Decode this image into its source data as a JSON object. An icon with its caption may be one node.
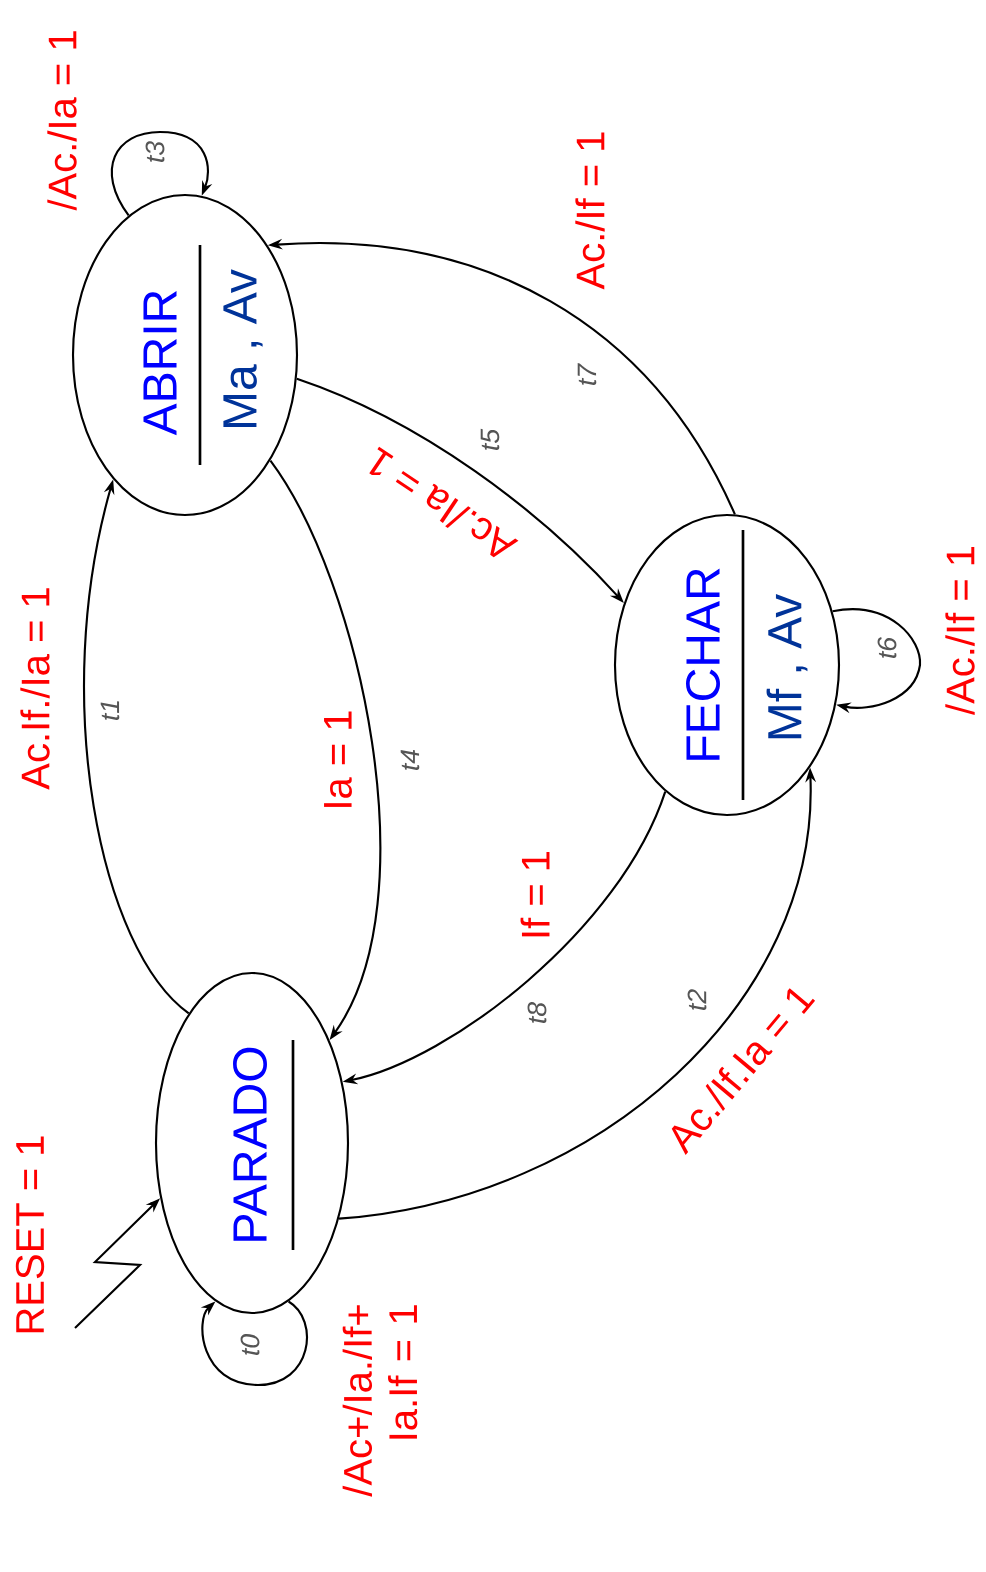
{
  "diagram": {
    "nodes": [
      {
        "text": [
          "ABRIR",
          "Ma , Av"
        ]
      },
      {
        "text": [
          "FECHAR",
          "Mf , Av"
        ]
      },
      {
        "text": [
          "PARADO"
        ]
      }
    ],
    "edges": [
      {
        "from": null,
        "to": 2,
        "arrow": "to",
        "label": "RESET = 1"
      },
      {
        "from": 2,
        "to": 2,
        "arrow": "to",
        "label": "/Ac+/Ia./If+ Ia.If = 1"
      },
      {
        "from": 2,
        "to": 0,
        "arrow": "to",
        "label": "Ac.If./Ia = 1"
      },
      {
        "from": 2,
        "to": 1,
        "arrow": "to",
        "label": "Ac./If.Ia = 1"
      },
      {
        "from": 0,
        "to": 0,
        "arrow": "to",
        "label": "/Ac./Ia = 1"
      },
      {
        "from": 0,
        "to": 2,
        "arrow": "to",
        "label": "Ia = 1"
      },
      {
        "from": 0,
        "to": 1,
        "arrow": "to",
        "label": "Ac./Ia = 1"
      },
      {
        "from": 1,
        "to": 1,
        "arrow": "to",
        "label": "/Ac./If = 1"
      },
      {
        "from": 1,
        "to": 0,
        "arrow": "to",
        "label": "Ac./If = 1"
      },
      {
        "from": 1,
        "to": 2,
        "arrow": "to",
        "label": "If = 1"
      }
    ],
    "labels": [
      "t3",
      "t7",
      "t5",
      "t1",
      "t4",
      "t6",
      "t8",
      "t2",
      "t0"
    ]
  }
}
